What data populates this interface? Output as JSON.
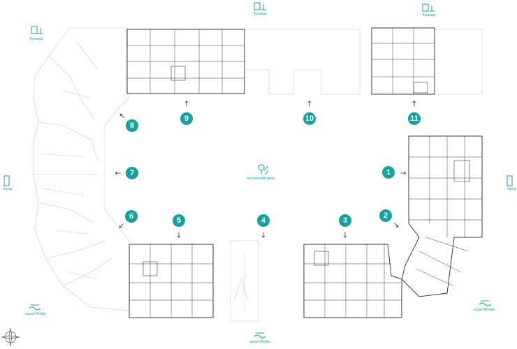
{
  "center": {
    "label": "внутренний двор",
    "icon": "courtyard-tree-icon"
  },
  "views": [
    {
      "id": "1",
      "label": "1"
    },
    {
      "id": "2",
      "label": "2"
    },
    {
      "id": "3",
      "label": "3"
    },
    {
      "id": "4",
      "label": "4"
    },
    {
      "id": "5",
      "label": "5"
    },
    {
      "id": "6",
      "label": "6"
    },
    {
      "id": "7",
      "label": "7"
    },
    {
      "id": "8",
      "label": "8"
    },
    {
      "id": "9",
      "label": "9"
    },
    {
      "id": "10",
      "label": "10"
    },
    {
      "id": "11",
      "label": "11"
    }
  ],
  "surroundings": {
    "boulevard_label": "бульвар",
    "city_label": "город",
    "river_label": "канал Мойки",
    "river_label_bottom": "канал Мойки"
  },
  "colors": {
    "accent": "#15a19f",
    "wall": "#3a3a3a",
    "faint": "#d6d6d6"
  },
  "compass": {
    "icon": "compass-rose-icon"
  }
}
